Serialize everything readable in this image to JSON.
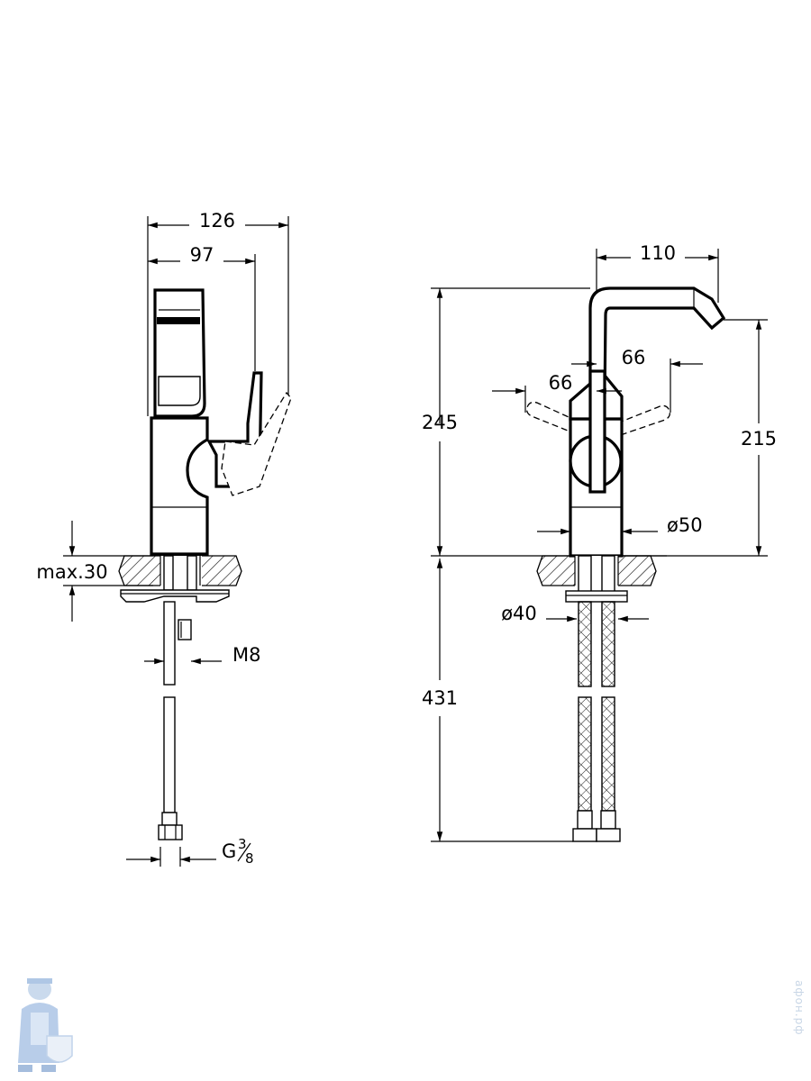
{
  "side_view": {
    "width_overall": "126",
    "width_lever": "97",
    "max_counter": "max.30",
    "thread_rod": "M8",
    "thread_main": "G",
    "thread_num": "3",
    "thread_den": "8"
  },
  "front_view": {
    "spout_reach": "110",
    "handle_left": "66",
    "handle_right": "66",
    "total_height": "245",
    "spout_height": "215",
    "body_diameter": "ø50",
    "base_diameter": "ø40",
    "hose_length": "431"
  },
  "watermark": "афон.рф"
}
